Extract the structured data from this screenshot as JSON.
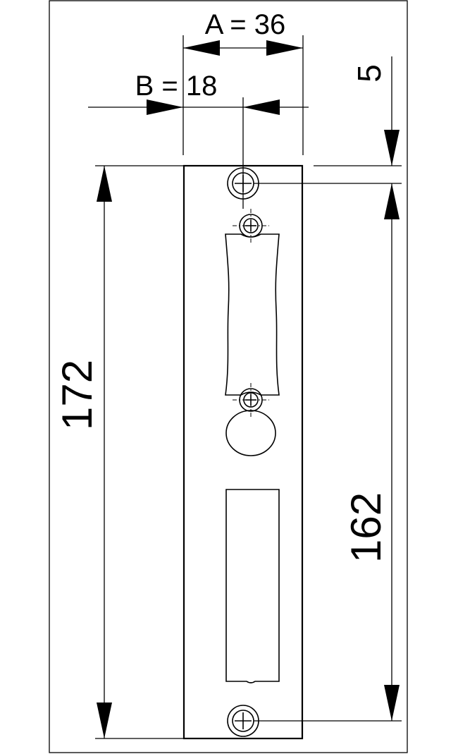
{
  "dimensions": {
    "a_label": "A = 36",
    "b_label": "B = 18",
    "top_offset": "5",
    "overall_height": "172",
    "hole_spacing": "162"
  },
  "colors": {
    "line": "#000000",
    "background": "#ffffff"
  }
}
